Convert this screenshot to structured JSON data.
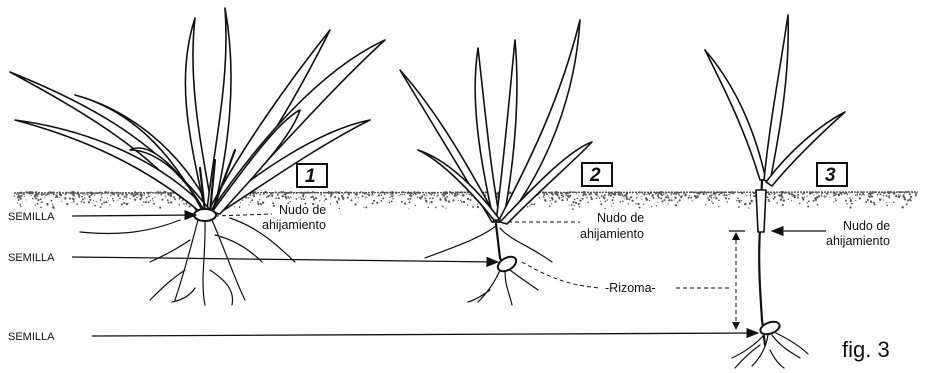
{
  "labels": {
    "semilla": "SEMILLA",
    "nudo_line1": "Nudo de",
    "nudo_line2": "ahijamiento",
    "rizoma": "-Rizoma-",
    "plant_numbers": [
      "1",
      "2",
      "3"
    ],
    "figure_caption": "fig. 3"
  },
  "colors": {
    "ink": "#111111",
    "background": "#ffffff",
    "soil": "#555555"
  }
}
